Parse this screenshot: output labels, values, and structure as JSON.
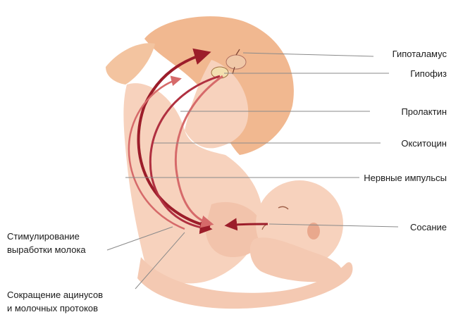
{
  "labels": {
    "hypothalamus": "Гипоталамус",
    "pituitary": "Гипофиз",
    "prolactin": "Пролактин",
    "oxytocin": "Окситоцин",
    "nerve_impulses": "Нервные импульсы",
    "sucking": "Сосание",
    "milk_stimulation_line1": "Стимулирование",
    "milk_stimulation_line2": "выработки молока",
    "contraction_line1": "Сокращение ацинусов",
    "contraction_line2": "и молочных протоков"
  },
  "colors": {
    "skin": "#f7d2bd",
    "skin_shadow": "#e9a88d",
    "hair": "#f1b890",
    "arrow_dark": "#9c1d2a",
    "arrow_light": "#d66a6a",
    "leader_line": "#8a8a8a"
  }
}
